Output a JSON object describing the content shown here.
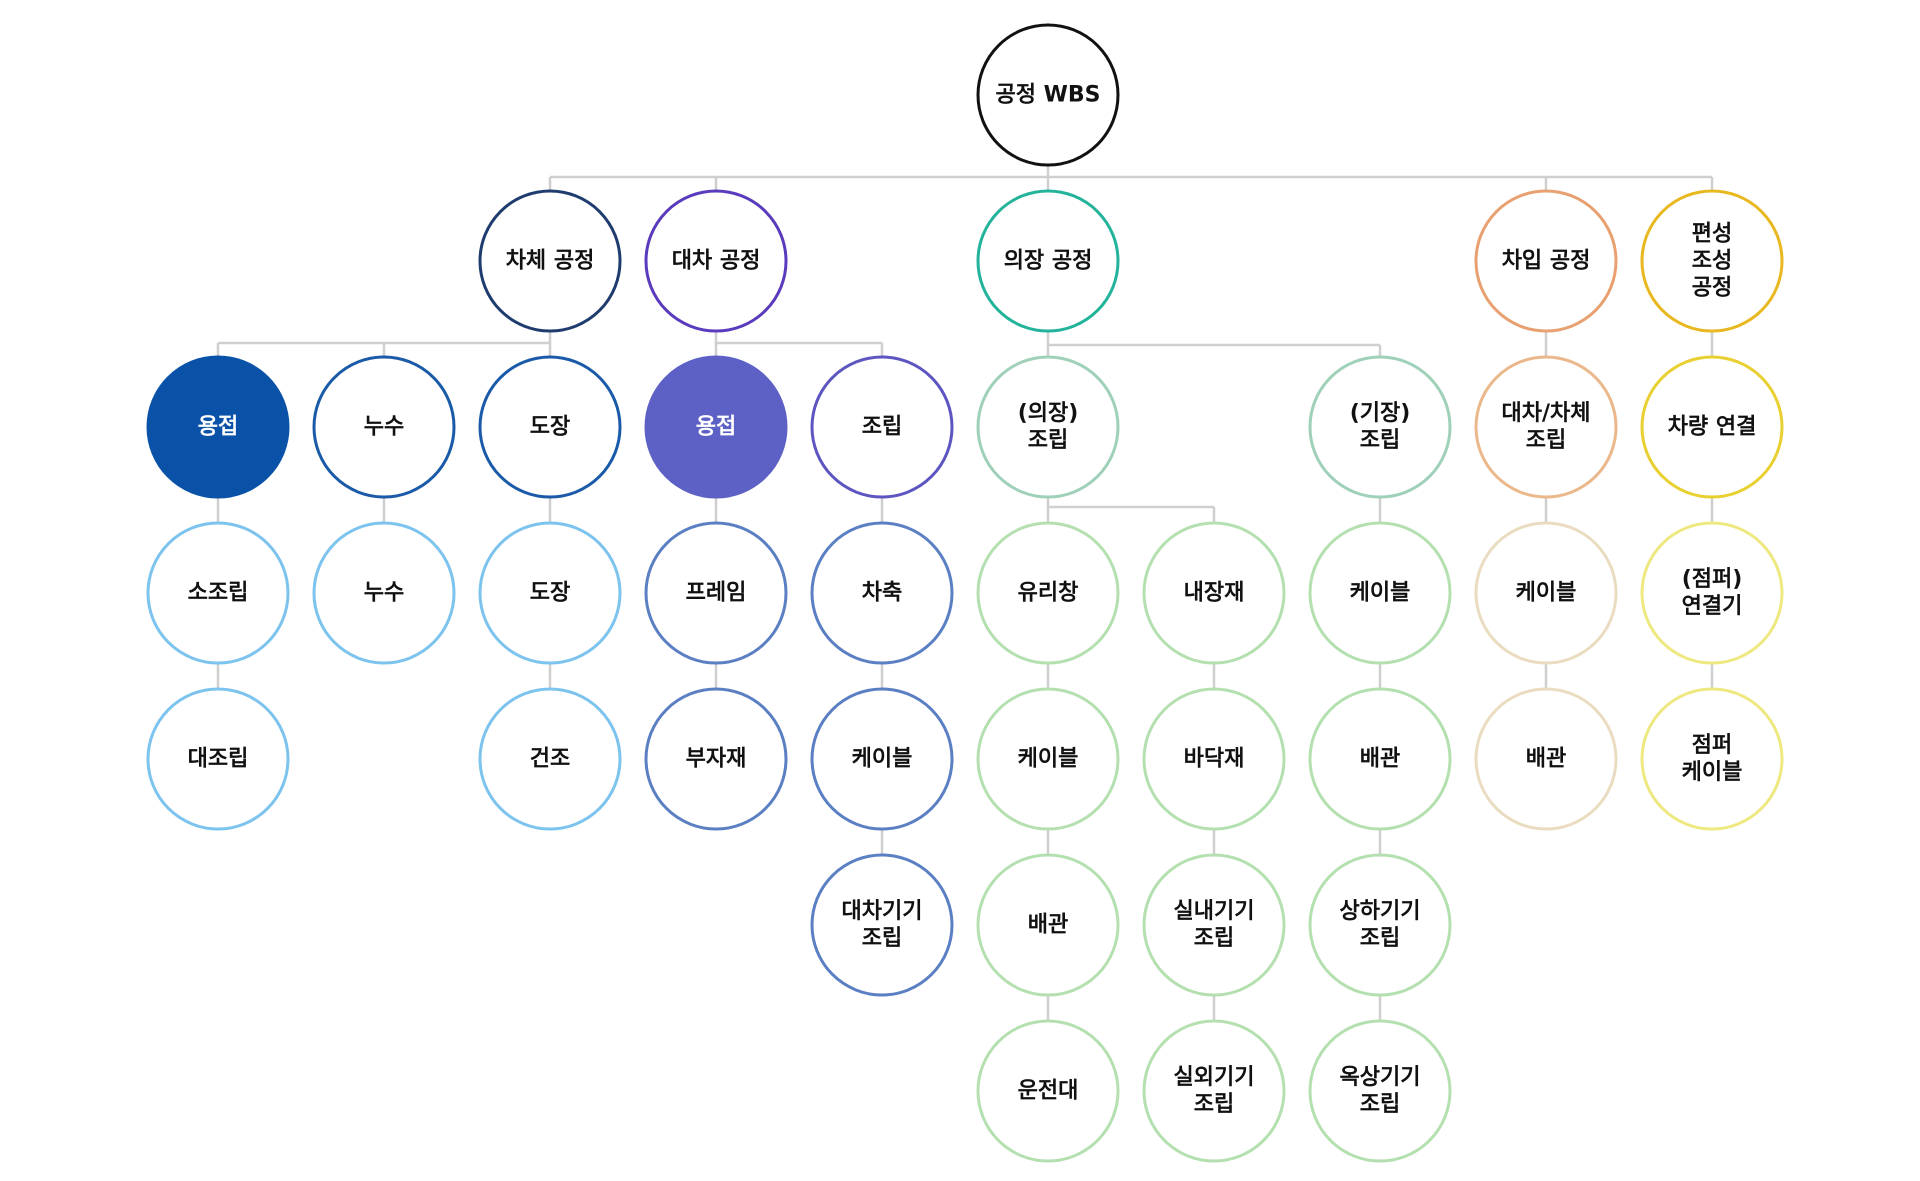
{
  "diagram": {
    "root": {
      "id": "root",
      "lines": [
        "공정 WBS"
      ],
      "color": "#111111",
      "fill": "none"
    },
    "nodes": [
      {
        "id": "body",
        "lines": [
          "차체 공정"
        ],
        "color": "#1f3c6e",
        "fill": "none"
      },
      {
        "id": "bogie",
        "lines": [
          "대차 공정"
        ],
        "color": "#5b3bbd",
        "fill": "none"
      },
      {
        "id": "outfit",
        "lines": [
          "의장 공정"
        ],
        "color": "#22b39a",
        "fill": "none"
      },
      {
        "id": "entry",
        "lines": [
          "차입 공정"
        ],
        "color": "#e8a070",
        "fill": "none"
      },
      {
        "id": "formation",
        "lines": [
          "편성",
          "조성",
          "공정"
        ],
        "color": "#e8b820",
        "fill": "none"
      },
      {
        "id": "b-weld",
        "lines": [
          "용접"
        ],
        "color": "#0a52a8",
        "fill": "#0a52a8",
        "text_color": "#ffffff"
      },
      {
        "id": "b-leak",
        "lines": [
          "누수"
        ],
        "color": "#1a5aa8",
        "fill": "none"
      },
      {
        "id": "b-paint",
        "lines": [
          "도장"
        ],
        "color": "#1a5aa8",
        "fill": "none"
      },
      {
        "id": "b-weld-1",
        "lines": [
          "소조립"
        ],
        "color": "#7cc3ee",
        "fill": "none"
      },
      {
        "id": "b-weld-2",
        "lines": [
          "대조립"
        ],
        "color": "#7cc3ee",
        "fill": "none"
      },
      {
        "id": "b-leak-1",
        "lines": [
          "누수"
        ],
        "color": "#7cc3ee",
        "fill": "none"
      },
      {
        "id": "b-paint-1",
        "lines": [
          "도장"
        ],
        "color": "#7cc3ee",
        "fill": "none"
      },
      {
        "id": "b-paint-2",
        "lines": [
          "건조"
        ],
        "color": "#7cc3ee",
        "fill": "none"
      },
      {
        "id": "g-weld",
        "lines": [
          "용접"
        ],
        "color": "#5d60c5",
        "fill": "#5d60c5",
        "text_color": "#ffffff"
      },
      {
        "id": "g-assy",
        "lines": [
          "조립"
        ],
        "color": "#5d55c0",
        "fill": "none"
      },
      {
        "id": "g-weld-1",
        "lines": [
          "프레임"
        ],
        "color": "#5b7fc3",
        "fill": "none"
      },
      {
        "id": "g-weld-2",
        "lines": [
          "부자재"
        ],
        "color": "#5b7fc3",
        "fill": "none"
      },
      {
        "id": "g-assy-1",
        "lines": [
          "차축"
        ],
        "color": "#5b7fc3",
        "fill": "none"
      },
      {
        "id": "g-assy-2",
        "lines": [
          "케이블"
        ],
        "color": "#5b7fc3",
        "fill": "none"
      },
      {
        "id": "g-assy-3",
        "lines": [
          "대차기기",
          "조립"
        ],
        "color": "#5b7fc3",
        "fill": "none"
      },
      {
        "id": "o-assy",
        "lines": [
          "(의장)",
          "조립"
        ],
        "color": "#9fd0b8",
        "fill": "none"
      },
      {
        "id": "o-equip",
        "lines": [
          "(기장)",
          "조립"
        ],
        "color": "#9fd0b8",
        "fill": "none"
      },
      {
        "id": "o-a-1",
        "lines": [
          "유리창"
        ],
        "color": "#b4e0b0",
        "fill": "none"
      },
      {
        "id": "o-a-2",
        "lines": [
          "케이블"
        ],
        "color": "#b4e0b0",
        "fill": "none"
      },
      {
        "id": "o-a-3",
        "lines": [
          "배관"
        ],
        "color": "#b4e0b0",
        "fill": "none"
      },
      {
        "id": "o-a-4",
        "lines": [
          "운전대"
        ],
        "color": "#b4e0b0",
        "fill": "none"
      },
      {
        "id": "o-b-1",
        "lines": [
          "내장재"
        ],
        "color": "#b4e0b0",
        "fill": "none"
      },
      {
        "id": "o-b-2",
        "lines": [
          "바닥재"
        ],
        "color": "#b4e0b0",
        "fill": "none"
      },
      {
        "id": "o-b-3",
        "lines": [
          "실내기기",
          "조립"
        ],
        "color": "#b4e0b0",
        "fill": "none"
      },
      {
        "id": "o-b-4",
        "lines": [
          "실외기기",
          "조립"
        ],
        "color": "#b4e0b0",
        "fill": "none"
      },
      {
        "id": "o-e-1",
        "lines": [
          "케이블"
        ],
        "color": "#b4e0b0",
        "fill": "none"
      },
      {
        "id": "o-e-2",
        "lines": [
          "배관"
        ],
        "color": "#b4e0b0",
        "fill": "none"
      },
      {
        "id": "o-e-3",
        "lines": [
          "상하기기",
          "조립"
        ],
        "color": "#b4e0b0",
        "fill": "none"
      },
      {
        "id": "o-e-4",
        "lines": [
          "옥상기기",
          "조립"
        ],
        "color": "#b4e0b0",
        "fill": "none"
      },
      {
        "id": "e-assy",
        "lines": [
          "대차/차체",
          "조립"
        ],
        "color": "#eab88a",
        "fill": "none"
      },
      {
        "id": "e-1",
        "lines": [
          "케이블"
        ],
        "color": "#eadcc0",
        "fill": "none"
      },
      {
        "id": "e-2",
        "lines": [
          "배관"
        ],
        "color": "#eadcc0",
        "fill": "none"
      },
      {
        "id": "f-link",
        "lines": [
          "차량 연결"
        ],
        "color": "#e8d030",
        "fill": "none"
      },
      {
        "id": "f-1",
        "lines": [
          "(점퍼)",
          "연결기"
        ],
        "color": "#eee880",
        "fill": "none"
      },
      {
        "id": "f-2",
        "lines": [
          "점퍼",
          "케이블"
        ],
        "color": "#eee880",
        "fill": "none"
      }
    ]
  }
}
